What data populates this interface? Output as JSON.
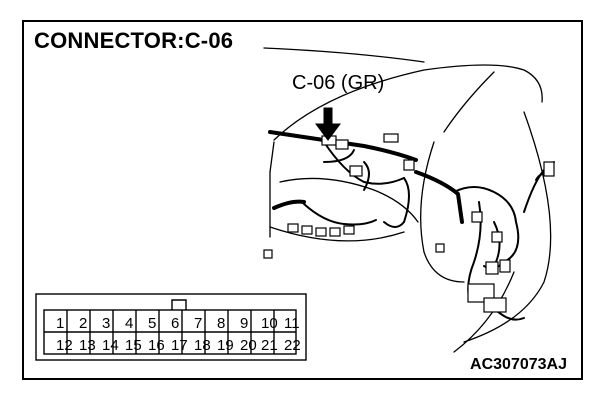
{
  "title": "CONNECTOR:C-06",
  "callout": "C-06 (GR)",
  "code": "AC307073AJ",
  "connector": {
    "row1": [
      "1",
      "2",
      "3",
      "4",
      "5",
      "6",
      "7",
      "8",
      "9",
      "10",
      "11"
    ],
    "row2": [
      "12",
      "13",
      "14",
      "15",
      "16",
      "17",
      "18",
      "19",
      "20",
      "21",
      "22"
    ]
  }
}
